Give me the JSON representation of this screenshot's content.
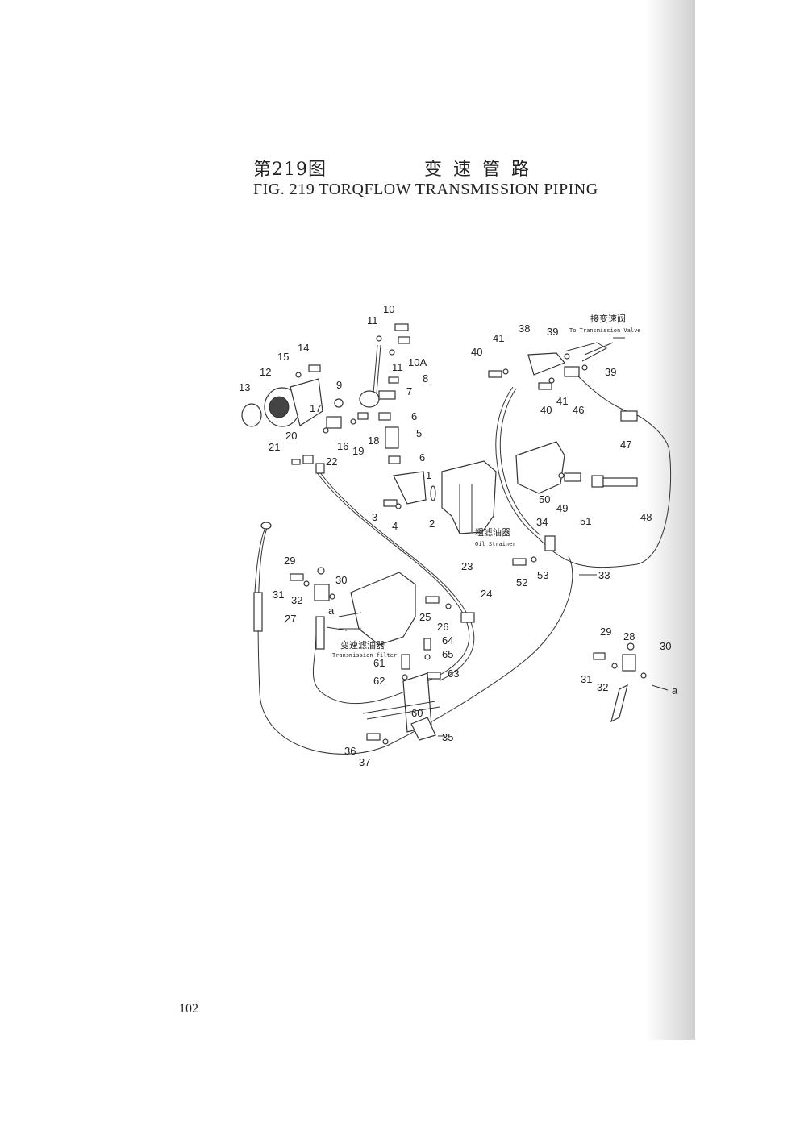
{
  "header": {
    "title_cn_fig": "第219图",
    "title_cn_name": "变速管路",
    "title_en": "FIG. 219   TORQFLOW TRANSMISSION PIPING"
  },
  "page_number": "102",
  "notes": {
    "to_valve_cn": "接变速阀",
    "to_valve_en": "To Transmission Valve",
    "oil_strainer_cn": "粗滤油器",
    "oil_strainer_en": "Oil Strainer",
    "trans_filter_cn": "变速滤油器",
    "trans_filter_en": "Transmission filter",
    "arrow_a_left": "a",
    "arrow_a_right": "a"
  },
  "labels": [
    "10",
    "11",
    "10A",
    "11",
    "8",
    "7",
    "6",
    "5",
    "6",
    "1",
    "2",
    "3",
    "4",
    "14",
    "15",
    "12",
    "13",
    "9",
    "17",
    "16",
    "19",
    "18",
    "20",
    "21",
    "22",
    "38",
    "39",
    "40",
    "41",
    "39",
    "40",
    "41",
    "46",
    "47",
    "48",
    "49",
    "50",
    "51",
    "34",
    "52",
    "53",
    "33",
    "23",
    "24",
    "25",
    "26",
    "29",
    "30",
    "31",
    "32",
    "27",
    "64",
    "65",
    "61",
    "62",
    "63",
    "60",
    "35",
    "36",
    "37",
    "29",
    "28",
    "30",
    "31",
    "32"
  ]
}
